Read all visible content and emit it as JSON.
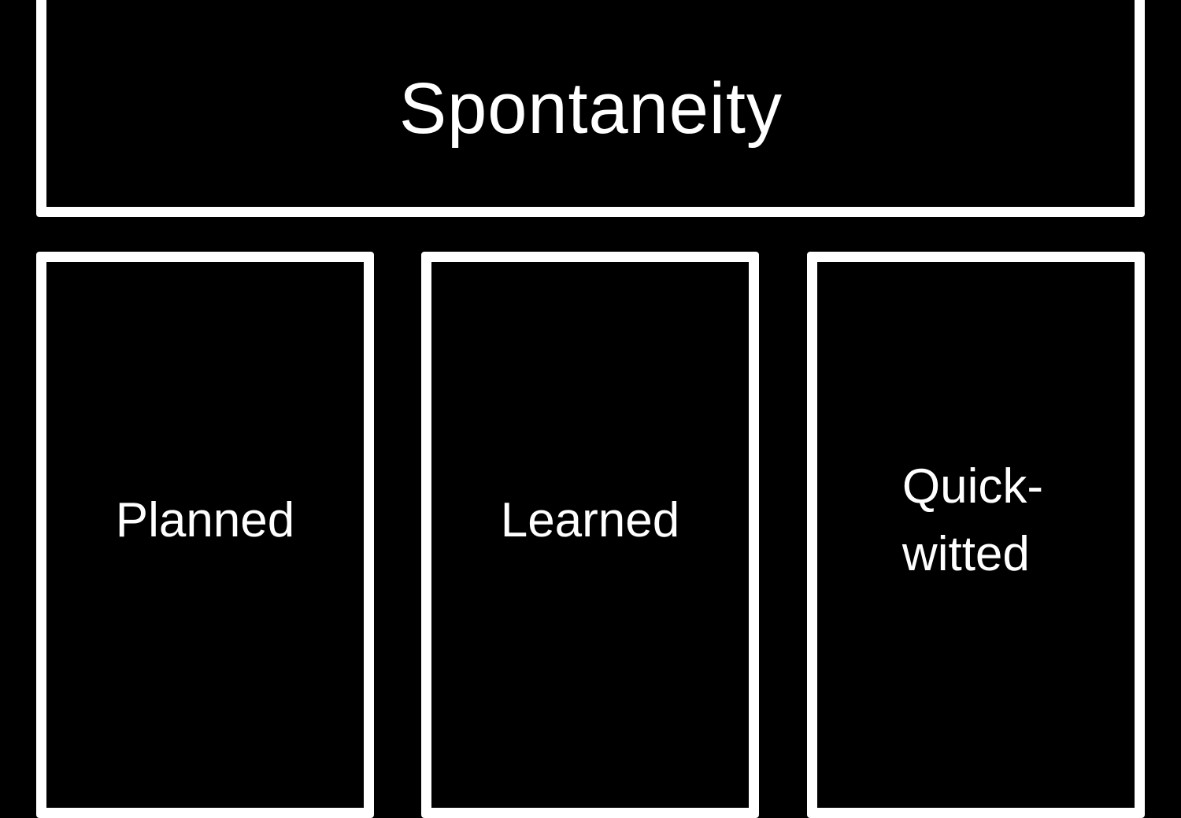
{
  "diagram": {
    "colors": {
      "background": "#000000",
      "border": "#ffffff",
      "text": "#ffffff"
    },
    "top": {
      "label": "Spontaneity"
    },
    "children": [
      {
        "label_lines": [
          "Planned"
        ]
      },
      {
        "label_lines": [
          "Learned"
        ]
      },
      {
        "label_lines": [
          "Quick-",
          "witted"
        ]
      }
    ]
  }
}
